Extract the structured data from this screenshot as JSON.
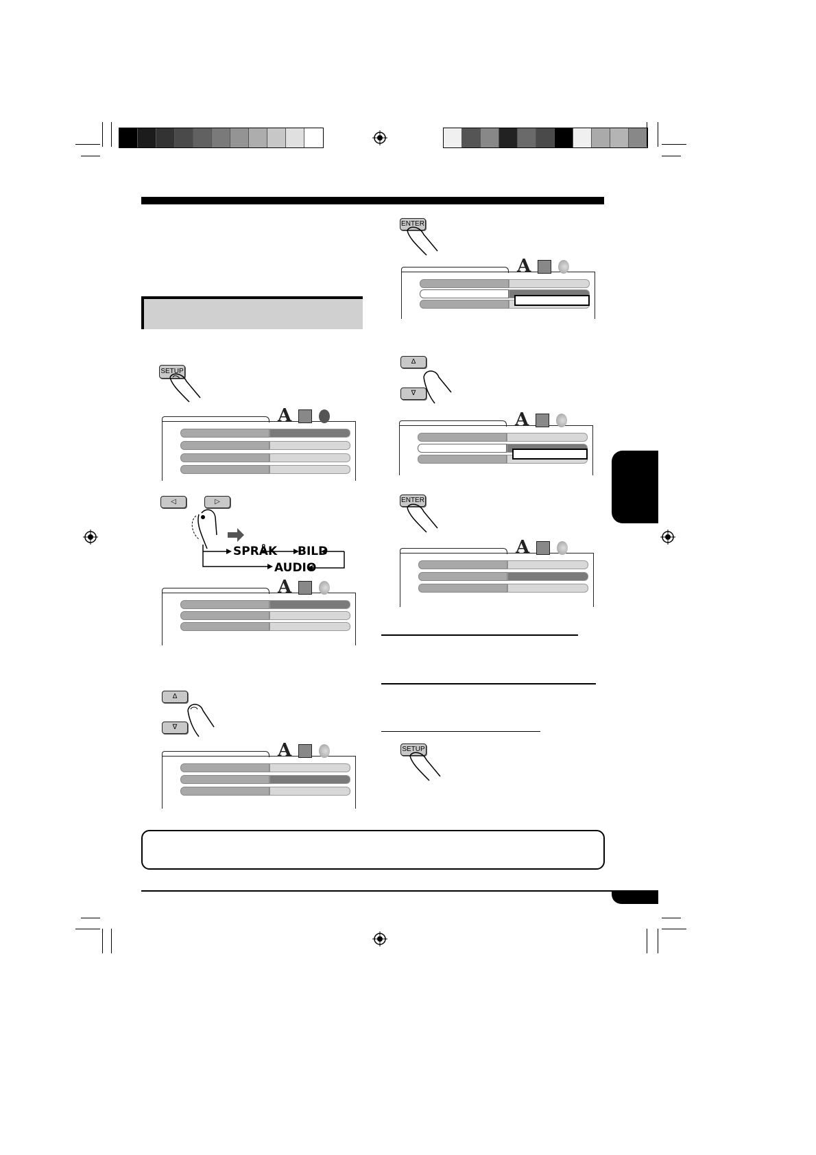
{
  "colors": {
    "swatches_left": [
      "#000000",
      "#1c1c1c",
      "#333333",
      "#4a4a4a",
      "#616161",
      "#7a7a7a",
      "#949494",
      "#adadad",
      "#c7c7c7",
      "#e0e0e0",
      "#ffffff"
    ],
    "swatches_right": [
      "#f0f0f0",
      "#555555",
      "#888888",
      "#222222",
      "#6a6a6a",
      "#4a4a4a",
      "#000000",
      "#f0f0f0",
      "#aaaaaa",
      "#b4b4b4",
      "#888888"
    ],
    "section_box": "#d0d0d0",
    "side_tab": "#000000"
  },
  "buttons": {
    "setup": "SETUP",
    "enter": "ENTER",
    "up": "∆",
    "down": "∇",
    "left": "◁",
    "right": "▷"
  },
  "flow": {
    "sprak": "SPRÅK",
    "bild": "BILD",
    "audio": "AUDIO"
  },
  "icons": [
    "font-a-icon",
    "picture-icon",
    "speaker-icon"
  ]
}
